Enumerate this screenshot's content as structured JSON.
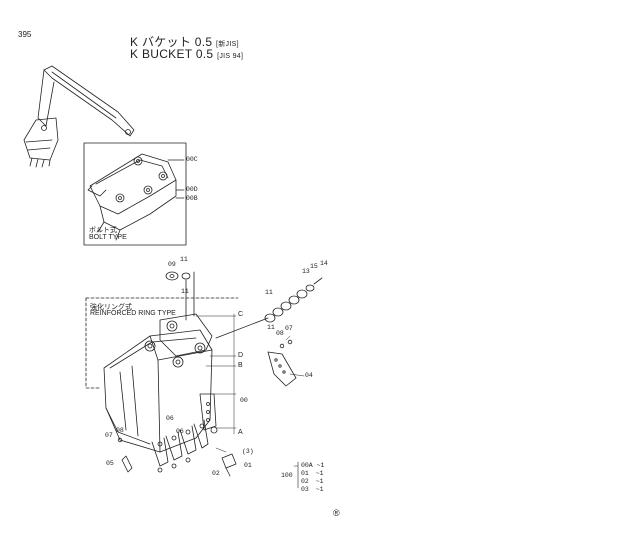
{
  "page_number": "395",
  "title_jp": "K バケット 0.5",
  "title_jp_std": "新JIS",
  "title_en": "K BUCKET 0.5",
  "title_en_std": "JIS 94",
  "inset_bolt": {
    "label_jp": "ボルト式",
    "label_en": "BOLT TYPE",
    "parts": [
      "00C",
      "00D",
      "00B"
    ]
  },
  "reinforced": {
    "label_jp": "強化リング式",
    "label_en": "REINFORCED RING TYPE"
  },
  "callouts": {
    "p09a": "09",
    "p11a": "11",
    "p11b": "11",
    "p11c": "11",
    "p11d": "11",
    "p13": "13",
    "p15": "15",
    "p14": "14",
    "p08a": "08",
    "p07a": "07",
    "pC": "C",
    "pD": "D",
    "pB": "B",
    "p00": "00",
    "pA": "A",
    "p04": "04",
    "p07b": "07",
    "p08b": "08",
    "p05": "05",
    "p06a": "06",
    "p06b": "06",
    "p03": "(3)",
    "p01": "01",
    "p02": "02"
  },
  "legend": {
    "group": "100",
    "rows": [
      {
        "code": "00A",
        "qty": "~1"
      },
      {
        "code": "01",
        "qty": "~1"
      },
      {
        "code": "02",
        "qty": "~1"
      },
      {
        "code": "03",
        "qty": "~1"
      }
    ]
  },
  "mark": "®"
}
